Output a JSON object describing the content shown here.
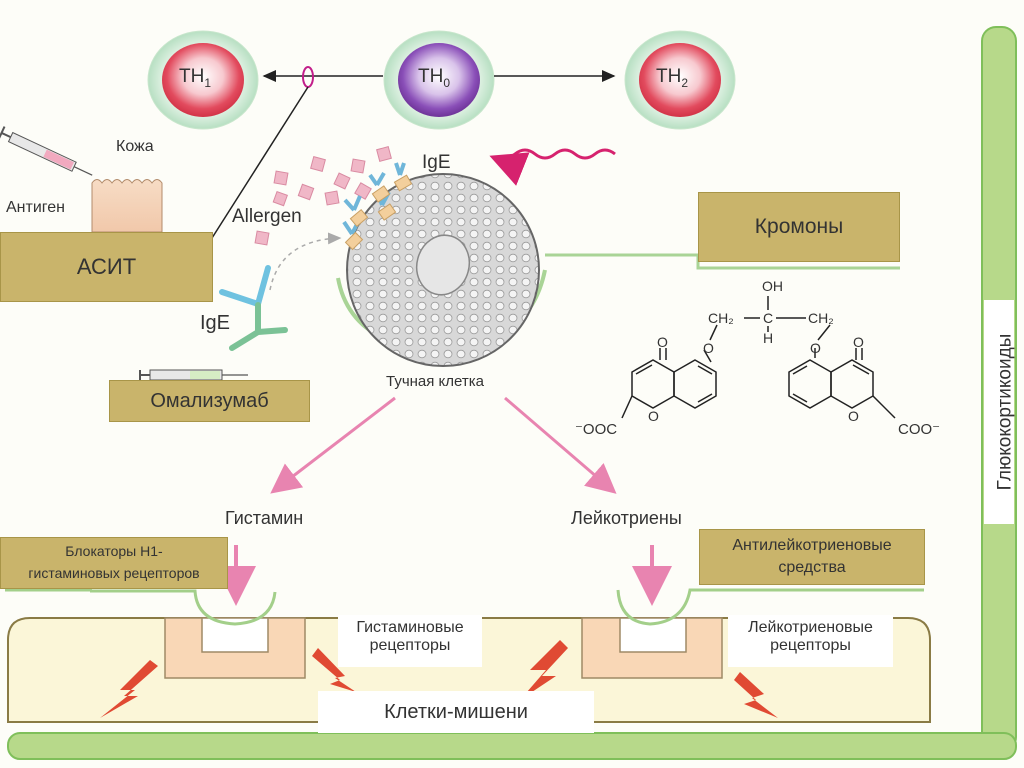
{
  "diagram": {
    "th": {
      "th1": "TH",
      "th1_sub": "1",
      "th0": "TH",
      "th0_sub": "0",
      "th2": "TH",
      "th2_sub": "2"
    },
    "skin_label": "Кожа",
    "antigen_label": "Антиген",
    "asit_box": "АСИТ",
    "allergen_label": "Allergen",
    "ige_top": "IgE",
    "ige_left": "IgE",
    "omalizumab_box": "Омализумаб",
    "mast_cell_label": "Тучная клетка",
    "cromones_box": "Кромоны",
    "chem": {
      "oh": "OH",
      "ch2_left": "CH₂",
      "c": "C",
      "h": "H",
      "ch2_right": "CH₂",
      "o_top_left": "O",
      "o_top_right": "O",
      "o_ring_left": "O",
      "o_ring_right": "O",
      "o_ketone_left": "O",
      "o_ketone_right": "O",
      "coo_left": "⁻OOC",
      "coo_right": "COO⁻"
    },
    "histamine_label": "Гистамин",
    "leukotrienes_label": "Лейкотриены",
    "h1_blockers_line1": "Блокаторы Н1-",
    "h1_blockers_line2": "гистаминовых рецепторов",
    "antileuk_line1": "Антилейкотриеновые",
    "antileuk_line2": "средства",
    "hist_receptors_line1": "Гистаминовые",
    "hist_receptors_line2": "рецепторы",
    "leuk_receptors_line1": "Лейкотриеновые",
    "leuk_receptors_line2": "рецепторы",
    "target_cells": "Клетки-мишени",
    "glucocorticoids": "Глюкокортикоиды"
  }
}
